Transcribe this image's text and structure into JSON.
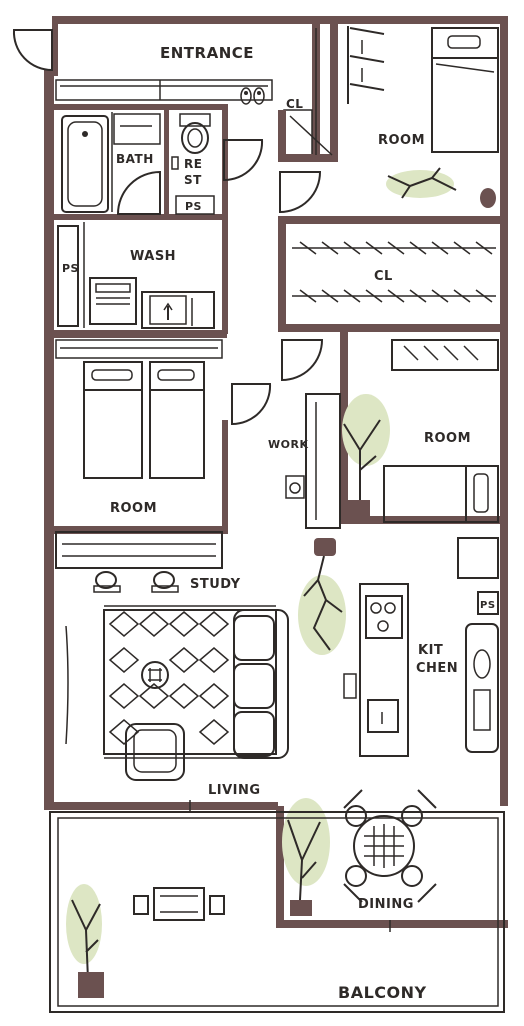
{
  "labels": {
    "entrance": "ENTRANCE",
    "cl_entrance": "CL",
    "bath": "BATH",
    "rest_1": "RE",
    "rest_2": "ST",
    "ps_rest": "PS",
    "wash": "WASH",
    "ps_wash": "PS",
    "room_ne": "ROOM",
    "cl_middle": "CL",
    "room_west": "ROOM",
    "work": "WORK",
    "room_east": "ROOM",
    "study": "STUDY",
    "kitchen_1": "KIT",
    "kitchen_2": "CHEN",
    "ps_kitchen": "PS",
    "living": "LIVING",
    "dining": "DINING",
    "balcony": "BALCONY"
  },
  "colors": {
    "wall": "#6b5150",
    "wall_light": "#e9e4c9",
    "bed_green": "#c8d6a0",
    "fixture_blue": "#dfeee9",
    "rug_pink": "#dcc5cf",
    "plant_green": "#dde6c4",
    "pot_brown": "#6b5150",
    "ink": "#2e2a28"
  },
  "icons": [
    "slippers-icon",
    "plant-icon",
    "bed-icon",
    "sofa-icon",
    "dining-table-icon",
    "stove-icon",
    "sink-icon",
    "toilet-icon",
    "bathtub-icon",
    "washing-machine-icon",
    "pendant-lamp-icon",
    "chair-icon",
    "lamp-icon"
  ]
}
